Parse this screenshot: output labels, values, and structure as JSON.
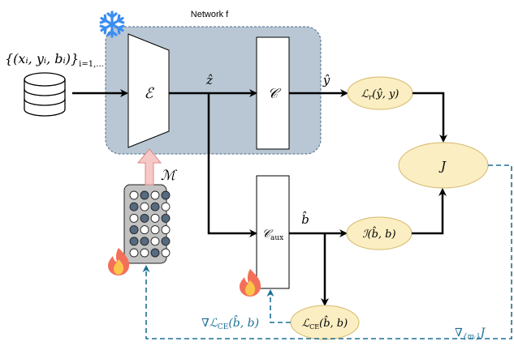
{
  "title": "Network f",
  "colors": {
    "network_fill": "#b8c7d3",
    "network_border": "#4a6a88",
    "ellipse_fill": "#fbeec2",
    "ellipse_border": "#d4b86a",
    "gradient_dash": "#1b6f95",
    "pink_arrow_fill": "#f6c9c7",
    "pink_arrow_border": "#d98a86",
    "matrix_fill": "#c2c2c2",
    "matrix_dot_dark": "#566a80",
    "snowflake": "#3b8df0",
    "flame_outer": "#f2705a",
    "flame_inner": "#fcc54a"
  },
  "labels": {
    "dataset": "{(xᵢ, yᵢ, bᵢ)}",
    "dataset_sub": "i=1,...",
    "encoder": "ℰ",
    "z_hat": "ẑ",
    "classifier": "𝒞",
    "y_hat": "ŷ",
    "loss_r": "ℒ",
    "loss_r_sub": "r",
    "loss_r_args": "(ŷ, y)",
    "objective": "J",
    "aux_classifier": "𝒞",
    "aux_sub": "aux",
    "b_hat": "b̂",
    "mutual_info": "ℐ(b̂, b)",
    "loss_ce": "ℒ",
    "loss_ce_sub": "CE",
    "loss_ce_args": "(b̂, b)",
    "grad_ce_prefix": "∇ℒ",
    "grad_ce_sub": "CE",
    "grad_ce_args": "(b̂, b)",
    "grad_j_prefix": "∇",
    "grad_j_sub": "{mᵢ}",
    "grad_j_suffix": "J",
    "mask": "ℳ"
  },
  "icons": {
    "frozen": "snowflake-icon",
    "trainable": "flame-icon",
    "dataset": "database-icon"
  },
  "mask_matrix": [
    [
      0,
      1,
      0,
      1
    ],
    [
      1,
      0,
      1,
      0
    ],
    [
      0,
      1,
      0,
      1
    ],
    [
      1,
      0,
      0,
      0
    ],
    [
      1,
      1,
      0,
      1
    ],
    [
      0,
      0,
      1,
      0
    ]
  ]
}
